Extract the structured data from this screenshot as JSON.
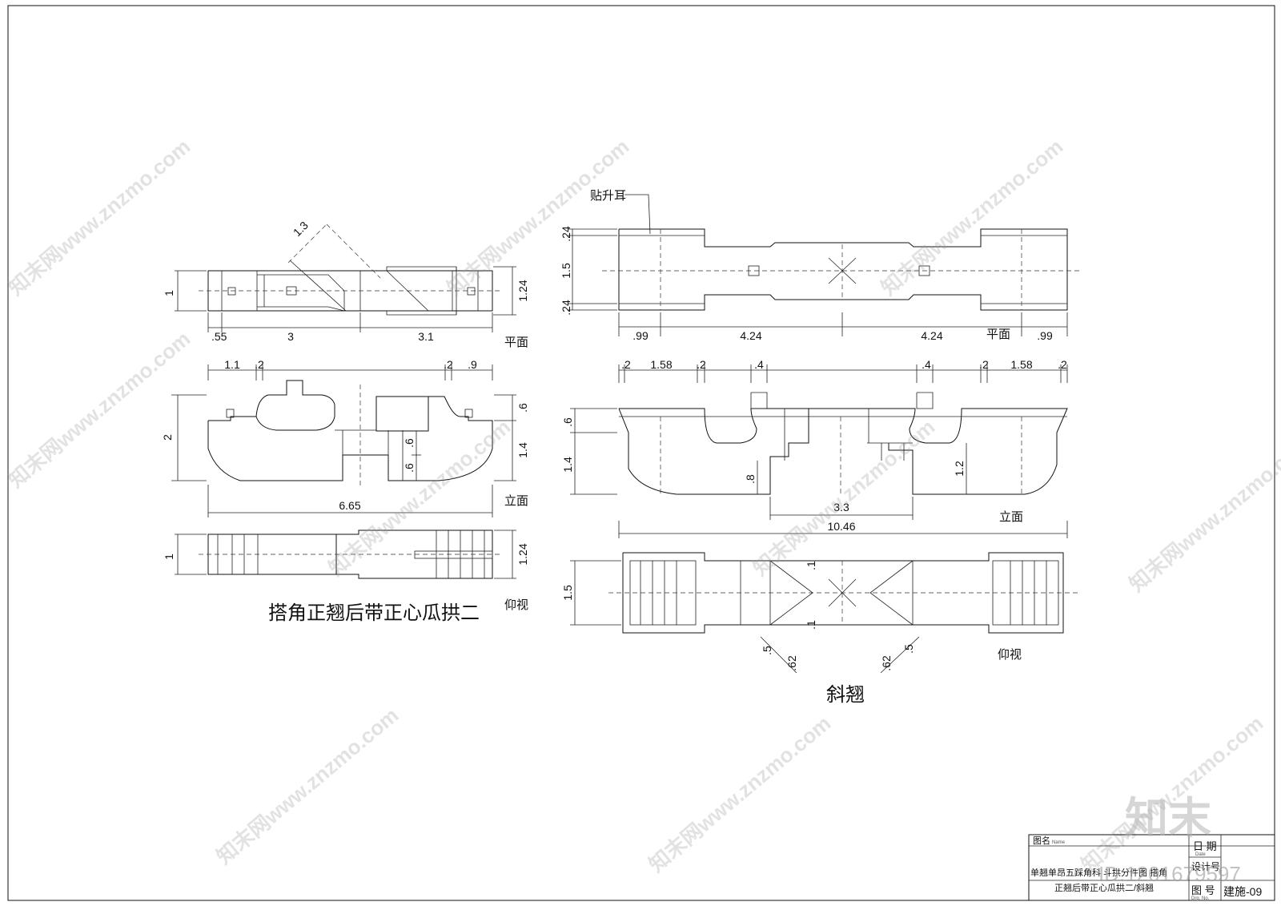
{
  "left_drawing": {
    "title": "搭角正翘后带正心瓜拱二",
    "view_plan": "平面",
    "view_elevation": "立面",
    "view_bottom": "仰视",
    "dims": {
      "d_1p3": "1.3",
      "d_1": "1",
      "d_1p24": "1.24",
      "d_p55": ".55",
      "d_3": "3",
      "d_3p1": "3.1",
      "d_1p1": "1.1",
      "d_p2a": ".2",
      "d_p2b": ".2",
      "d_p9": ".9",
      "d_2": "2",
      "d_p6a": ".6",
      "d_p6b": ".6",
      "d_p6c": ".6",
      "d_1p4": "1.4",
      "d_6p65": "6.65",
      "d_1b": "1",
      "d_1p24b": "1.24"
    }
  },
  "right_drawing": {
    "title": "斜翘",
    "callout": "贴升耳",
    "view_plan": "平面",
    "view_elevation": "立面",
    "view_bottom": "仰视",
    "dims": {
      "d_p24a": ".24",
      "d_1p5": "1.5",
      "d_p24b": ".24",
      "d_p99a": ".99",
      "d_4p24a": "4.24",
      "d_4p24b": "4.24",
      "d_p99b": ".99",
      "d_p2a": ".2",
      "d_1p58a": "1.58",
      "d_p2b": ".2",
      "d_p4a": ".4",
      "d_p4b": ".4",
      "d_p2c": ".2",
      "d_1p58b": "1.58",
      "d_p2d": ".2",
      "d_p6": ".6",
      "d_1p4": "1.4",
      "d_p8": ".8",
      "d_1p2": "1.2",
      "d_3p3": "3.3",
      "d_10p46": "10.46",
      "d_1p5b": "1.5",
      "d_p1a": ".1",
      "d_p1b": ".1",
      "d_p5a": ".5",
      "d_p62a": ".62",
      "d_p62b": ".62",
      "d_p5b": ".5"
    }
  },
  "title_block": {
    "name_label": "图名",
    "name_label_small": "Name",
    "date_label": "日 期",
    "date_small": "Date",
    "design_label": "设计号",
    "line1": "单翘单昂五踩角科 斗拱分件图  搭角",
    "line2": "正翘后带正心瓜拱二/斜翘",
    "drawing_no_label": "图 号",
    "drawing_no_small": "Drg. No.",
    "drawing_no": "建施-09"
  },
  "watermark": {
    "text": "知末网www.znzmo.com",
    "logo": "知末",
    "id": "ID:1201679597"
  }
}
